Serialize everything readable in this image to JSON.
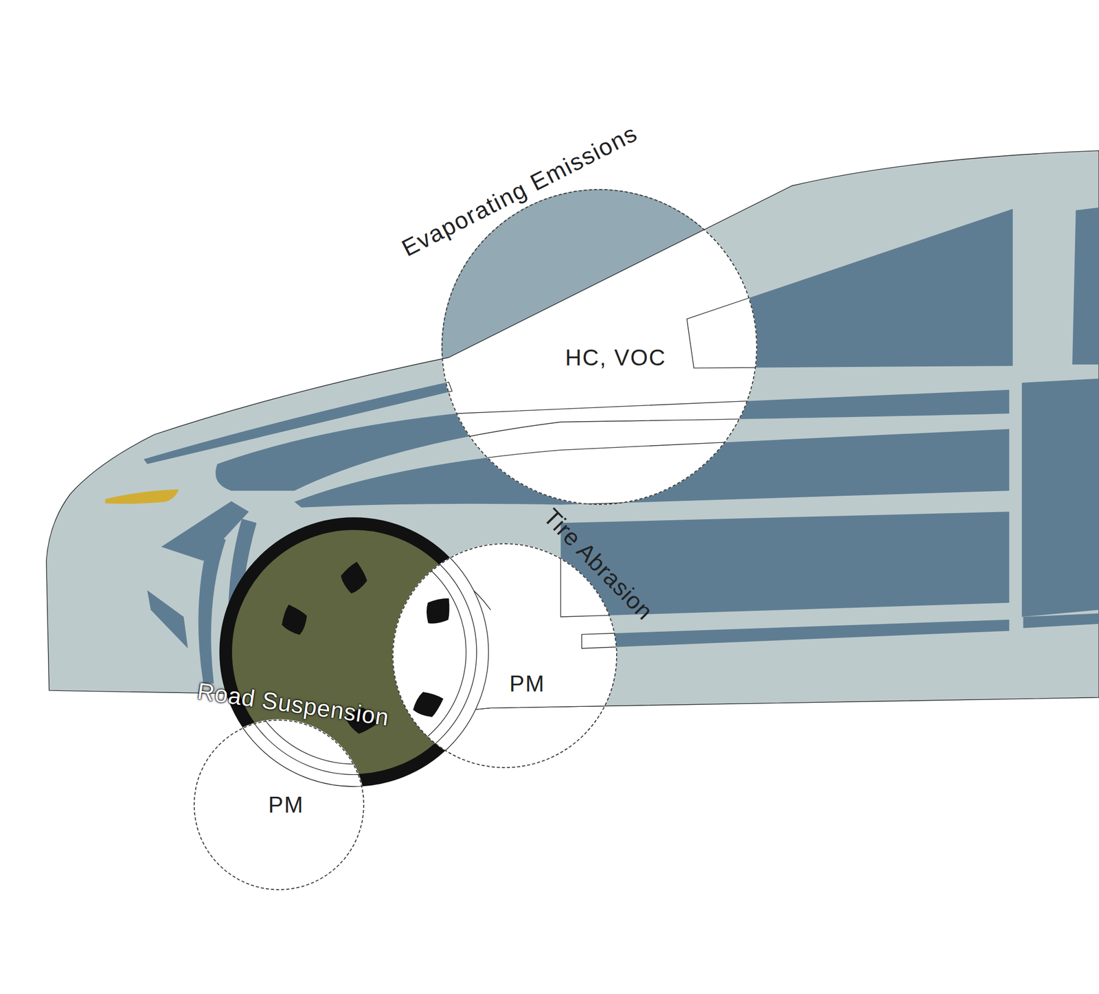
{
  "diagram": {
    "nodes": [
      {
        "text": [
          "Evaporating Emissions",
          "HC, VOC"
        ]
      },
      {
        "text": [
          "Tire Abrasion",
          "PM"
        ]
      },
      {
        "text": [
          "Road Suspension",
          "PM"
        ]
      }
    ]
  }
}
